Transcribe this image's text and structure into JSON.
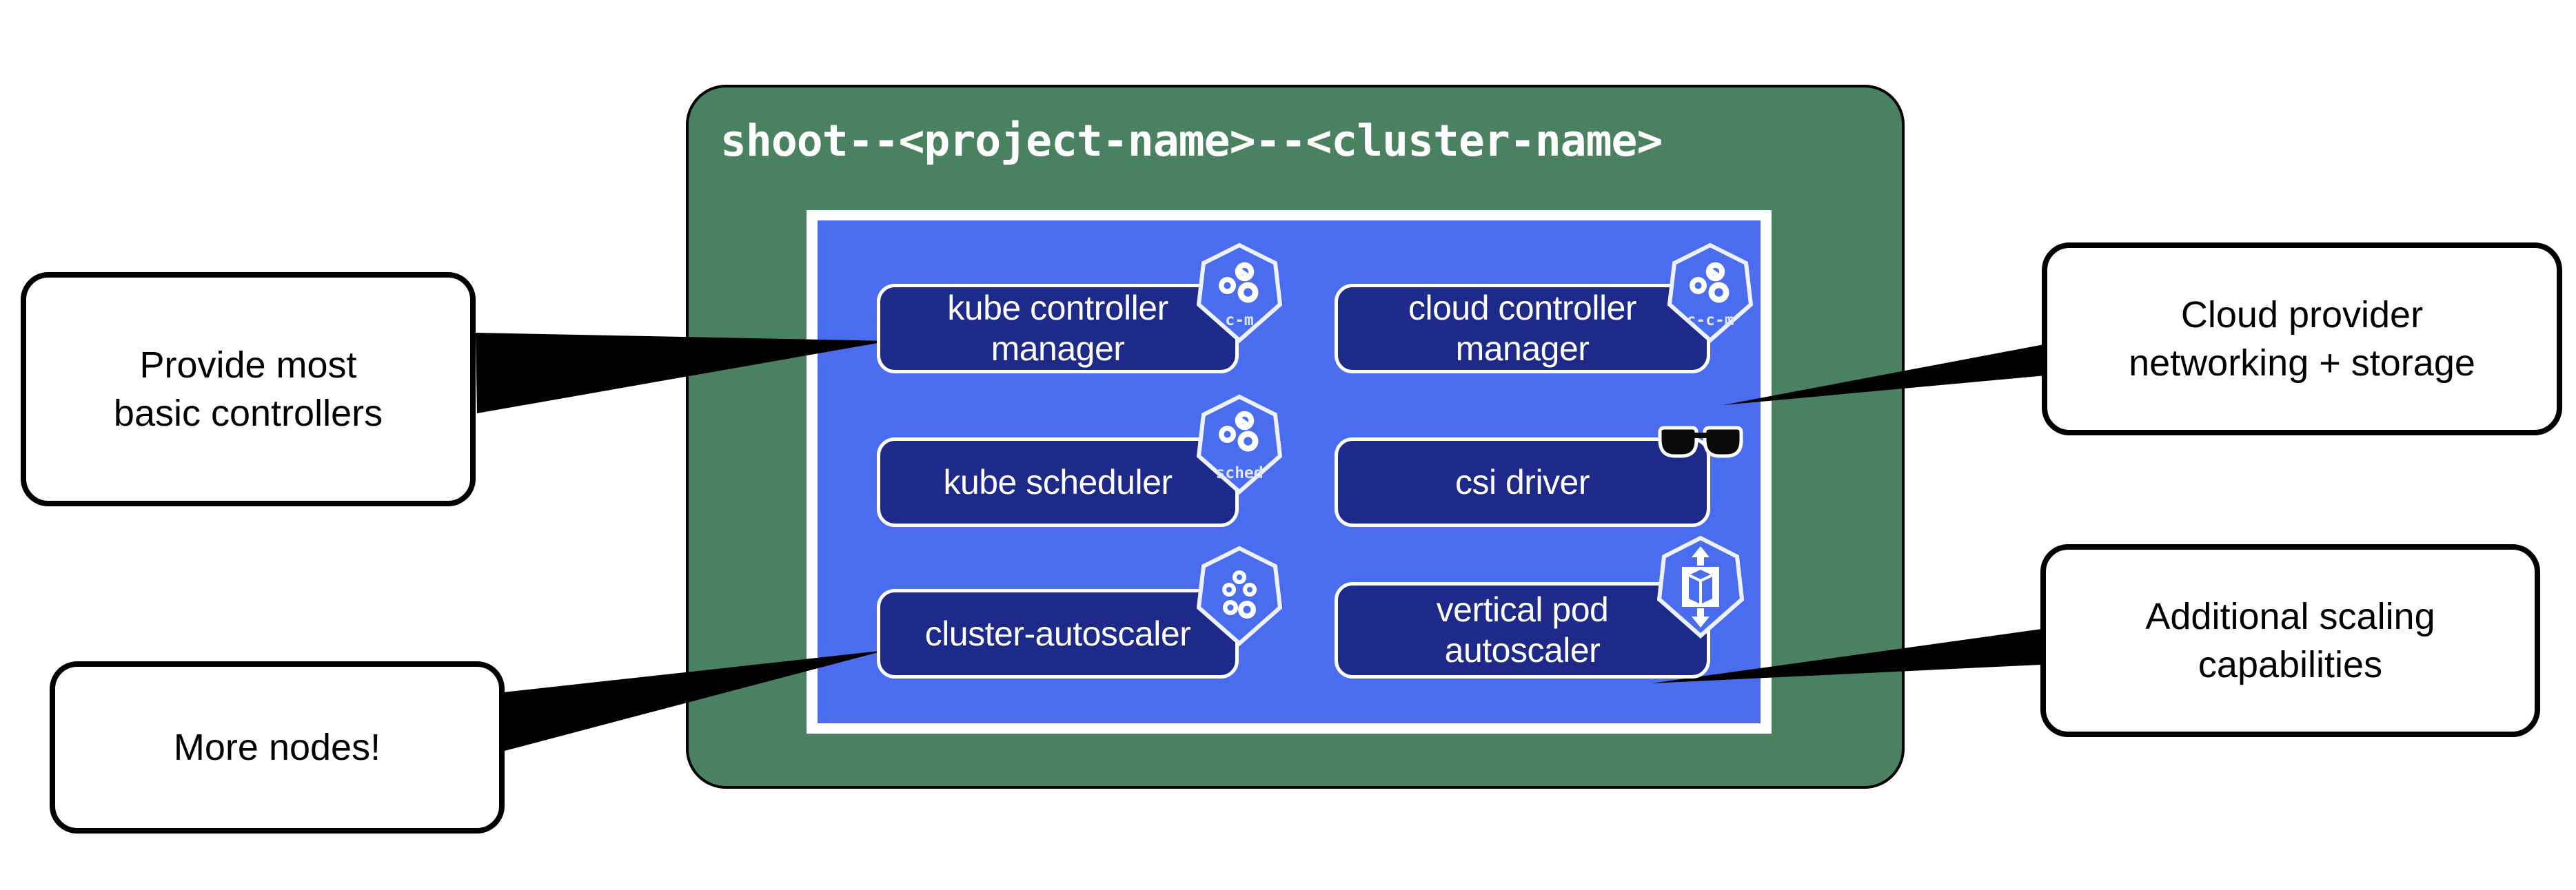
{
  "cluster": {
    "title": "shoot--<project-name>--<cluster-name>",
    "green_color": "#4a8160",
    "panel_color": "#4a6def",
    "node_color": "#1d2a89"
  },
  "components": [
    {
      "id": "kube-controller-manager",
      "label_line1": "kube controller",
      "label_line2": "manager",
      "icon": "k8s-gears-icon",
      "badge": "c-m"
    },
    {
      "id": "cloud-controller-manager",
      "label_line1": "cloud controller",
      "label_line2": "manager",
      "icon": "k8s-gears-icon",
      "badge": "c-c-m"
    },
    {
      "id": "kube-scheduler",
      "label_line1": "kube scheduler",
      "label_line2": "",
      "icon": "k8s-gears-icon",
      "badge": "sched"
    },
    {
      "id": "csi-driver",
      "label_line1": "csi driver",
      "label_line2": "",
      "icon": "sunglasses-icon",
      "badge": ""
    },
    {
      "id": "cluster-autoscaler",
      "label_line1": "cluster-autoscaler",
      "label_line2": "",
      "icon": "k8s-nodes-gears-icon",
      "badge": ""
    },
    {
      "id": "vertical-pod-autoscaler",
      "label_line1": "vertical pod",
      "label_line2": "autoscaler",
      "icon": "k8s-vertical-scale-icon",
      "badge": ""
    }
  ],
  "callouts": [
    {
      "id": "basic-controllers",
      "line1": "Provide most",
      "line2": "basic controllers",
      "target": "kube-controller-manager"
    },
    {
      "id": "cloud-provider",
      "line1": "Cloud provider",
      "line2": "networking + storage",
      "target": "csi-driver"
    },
    {
      "id": "more-nodes",
      "line1": "More nodes!",
      "line2": "",
      "target": "cluster-autoscaler"
    },
    {
      "id": "additional-scaling",
      "line1": "Additional scaling",
      "line2": "capabilities",
      "target": "vertical-pod-autoscaler"
    }
  ]
}
